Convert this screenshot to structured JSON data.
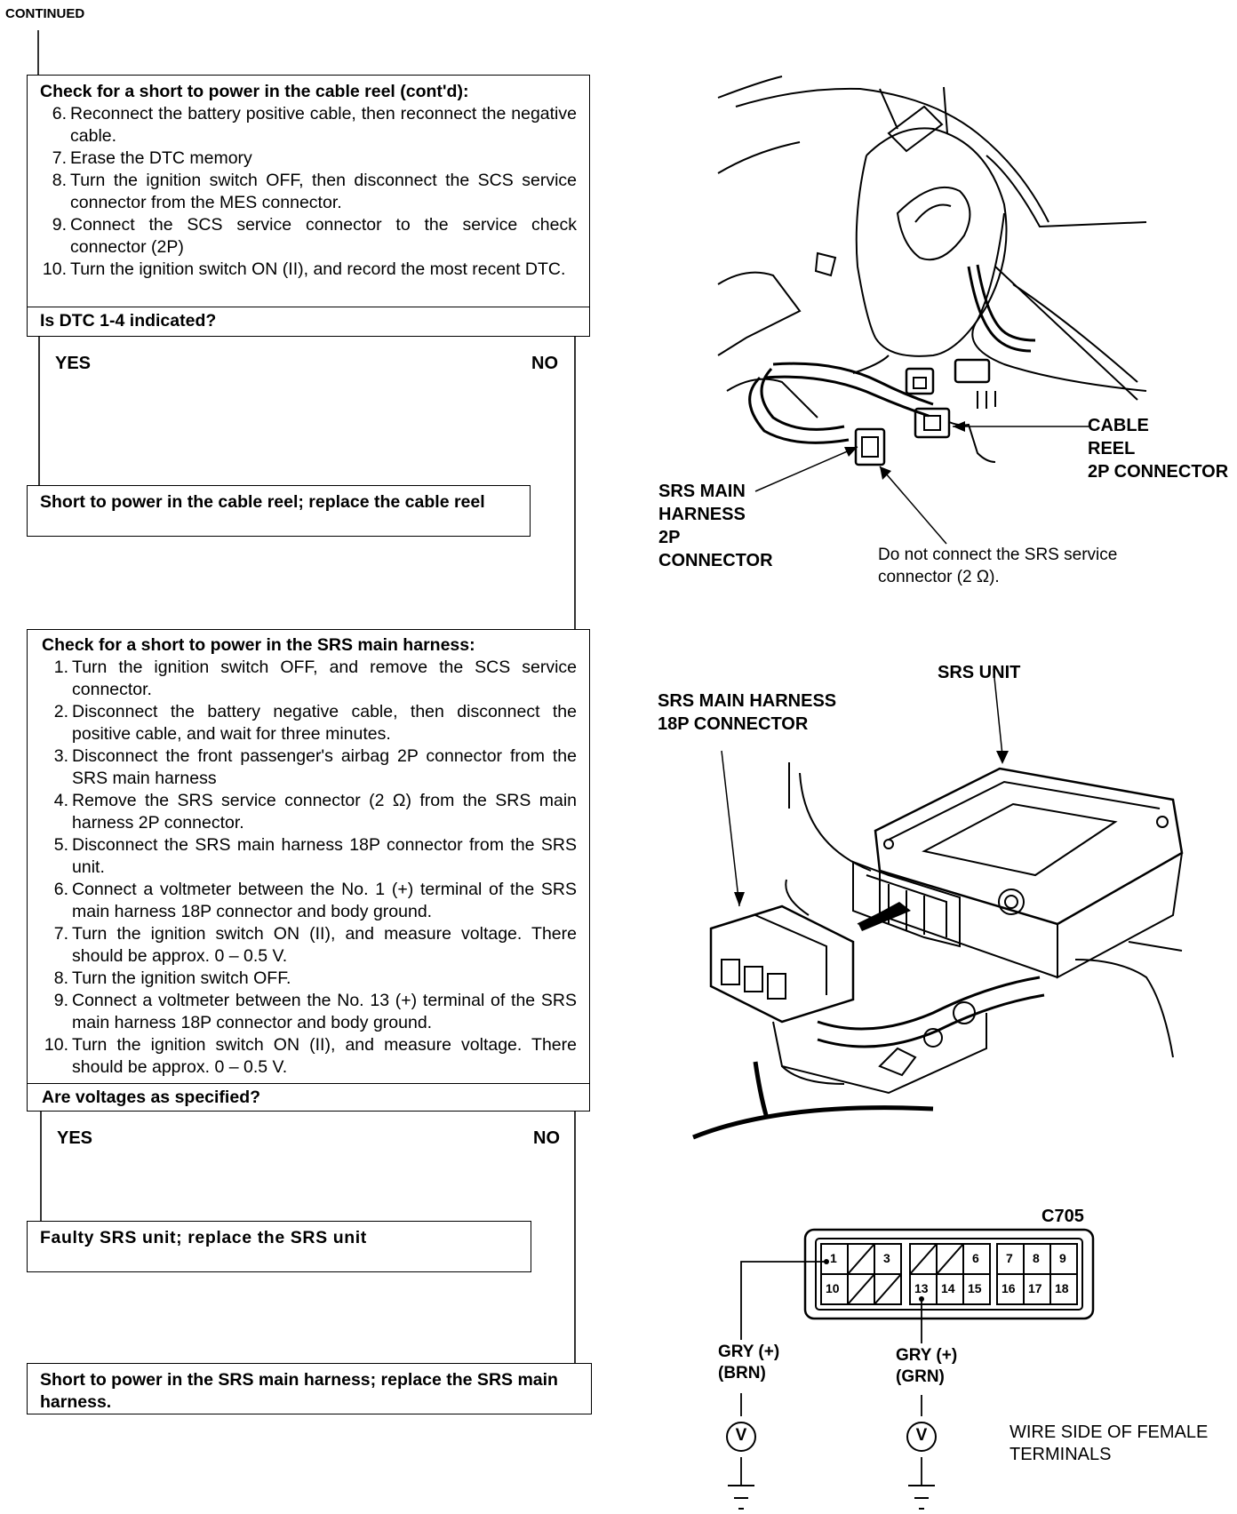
{
  "page": {
    "continued": "CONTINUED"
  },
  "step1": {
    "header": "Check for a short to power in the cable reel (cont'd):",
    "steps": [
      {
        "num": "6.",
        "text": "Reconnect the battery positive cable, then reconnect the negative cable."
      },
      {
        "num": "7.",
        "text": "Erase the DTC memory"
      },
      {
        "num": "8.",
        "text": "Turn the ignition switch OFF, then disconnect the SCS service connector from the MES connector."
      },
      {
        "num": "9.",
        "text": "Connect the SCS service connector to the service check connector (2P)"
      },
      {
        "num": "10.",
        "text": "Turn the ignition switch ON (II), and record the most recent DTC."
      }
    ],
    "question": "Is DTC 1-4 indicated?",
    "yes": "YES",
    "no": "NO",
    "yes_result": "Short to power in the cable reel; replace the cable reel"
  },
  "step2": {
    "header": "Check for a short to power in the SRS main harness:",
    "steps": [
      {
        "num": "1.",
        "text": "Turn the ignition switch OFF, and remove the SCS service connector."
      },
      {
        "num": "2.",
        "text": "Disconnect the battery negative cable, then disconnect the positive cable, and wait for three minutes."
      },
      {
        "num": "3.",
        "text": "Disconnect the front passenger's airbag 2P connector from the SRS main harness"
      },
      {
        "num": "4.",
        "text": "Remove the SRS service connector (2 Ω) from the SRS main harness 2P connector."
      },
      {
        "num": "5.",
        "text": "Disconnect the SRS main harness 18P connector from the SRS unit."
      },
      {
        "num": "6.",
        "text": "Connect a voltmeter between the No. 1 (+) terminal of the SRS main harness 18P connector and body ground."
      },
      {
        "num": "7.",
        "text": "Turn the ignition switch ON (II), and measure voltage. There should be approx. 0 – 0.5 V."
      },
      {
        "num": "8.",
        "text": "Turn the ignition switch OFF."
      },
      {
        "num": "9.",
        "text": "Connect a voltmeter between the No. 13 (+) terminal of the SRS main harness 18P connector and body ground."
      },
      {
        "num": "10.",
        "text": "Turn the ignition switch ON (II), and measure voltage. There should be approx. 0 – 0.5 V."
      }
    ],
    "question": "Are voltages as specified?",
    "yes": "YES",
    "no": "NO",
    "yes_result": "Faulty SRS unit; replace the SRS unit",
    "no_result": "Short to power in the SRS main harness; replace the SRS main harness."
  },
  "figure1": {
    "cable_reel_label": [
      "CABLE",
      "REEL",
      "2P CONNECTOR"
    ],
    "srs_main_label": [
      "SRS MAIN",
      "HARNESS",
      "2P",
      "CONNECTOR"
    ],
    "note": [
      "Do not connect the SRS service",
      "connector (2 Ω)."
    ]
  },
  "figure2": {
    "srs_unit_label": "SRS UNIT",
    "harness_label": [
      "SRS MAIN HARNESS",
      "18P CONNECTOR"
    ]
  },
  "figure3": {
    "connector_id": "C705",
    "top_pins": [
      "1",
      "3",
      "6",
      "7",
      "8",
      "9"
    ],
    "bottom_pins": [
      "10",
      "13",
      "14",
      "15",
      "16",
      "17",
      "18"
    ],
    "wire1": [
      "GRY (+)",
      "(BRN)"
    ],
    "wire2": [
      "GRY (+)",
      "(GRN)"
    ],
    "meter_symbol": "V",
    "caption": [
      "WIRE SIDE OF FEMALE",
      "TERMINALS"
    ]
  }
}
